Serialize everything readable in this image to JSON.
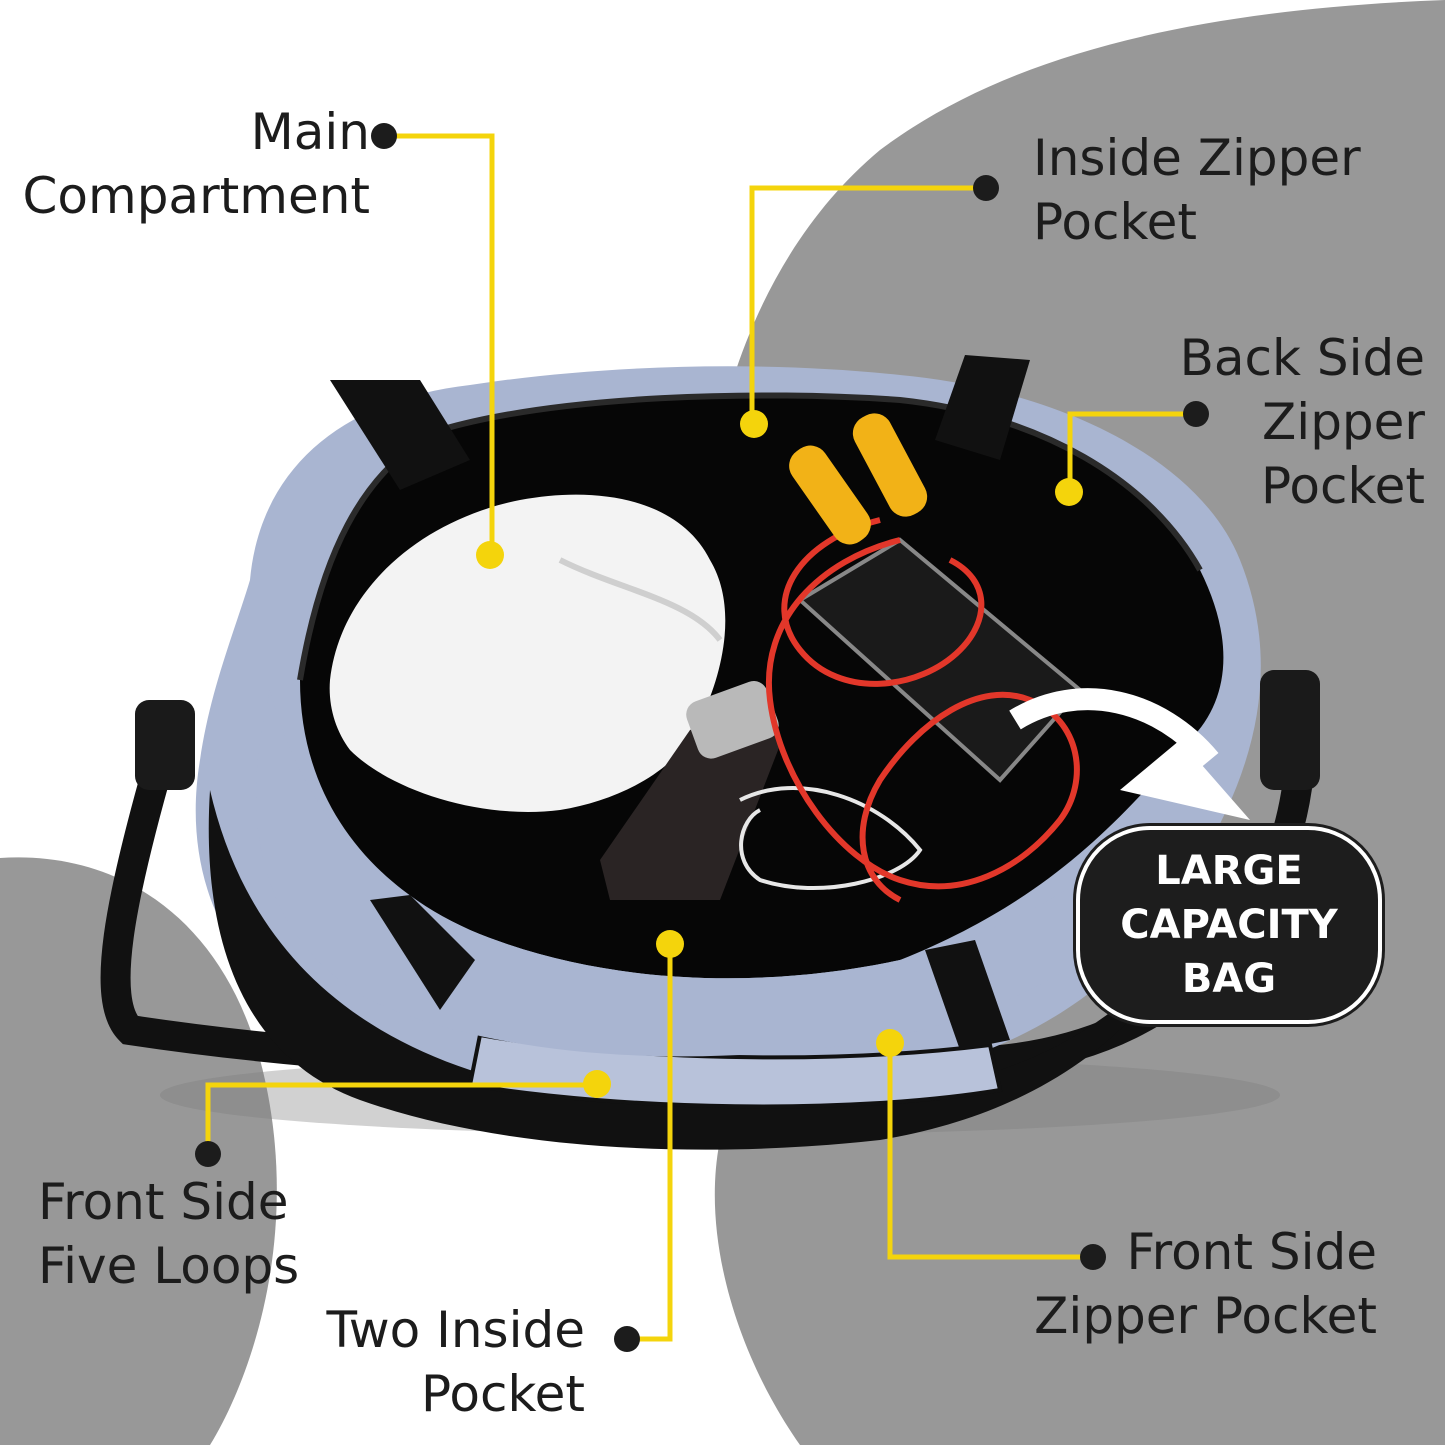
{
  "image": {
    "description_free": true,
    "colors": {
      "background": "#ffffff",
      "gray_shape": "#989898",
      "callout_line": "#f4d40c",
      "callout_dot": "#1c1c1c",
      "bag_body": "#a9b5d1",
      "bag_interior": "#060606",
      "badge_bg": "#1d1d1d",
      "label_text": "#1c1c1c"
    }
  },
  "callouts": {
    "main_compartment": {
      "lines": [
        "Main",
        "Compartment"
      ]
    },
    "inside_zipper_pocket": {
      "lines": [
        "Inside Zipper",
        "Pocket"
      ]
    },
    "back_side_zipper_pocket": {
      "lines": [
        "Back Side",
        "Zipper",
        "Pocket"
      ]
    },
    "front_side_five_loops": {
      "lines": [
        "Front Side",
        "Five Loops"
      ]
    },
    "two_inside_pocket": {
      "lines": [
        "Two Inside",
        "Pocket"
      ]
    },
    "front_side_zipper_pocket": {
      "lines": [
        "Front Side",
        "Zipper Pocket"
      ]
    }
  },
  "badge": {
    "lines": [
      "LARGE",
      "CAPACITY",
      "BAG"
    ]
  }
}
